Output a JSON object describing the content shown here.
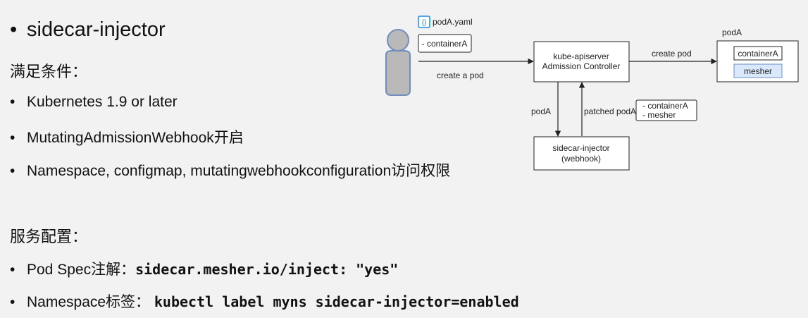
{
  "slide": {
    "title": "sidecar-injector",
    "conditions_heading": "满足条件：",
    "conditions": [
      "Kubernetes 1.9 or later",
      "MutatingAdmissionWebhook开启",
      "Namespace, configmap, mutatingwebhookconfiguration访问权限"
    ],
    "service_heading": "服务配置：",
    "service_items": [
      {
        "label": "Pod Spec注解：",
        "code": "sidecar.mesher.io/inject: \"yes\""
      },
      {
        "label": "Namespace标签： ",
        "code": "kubectl label myns sidecar-injector=enabled"
      }
    ],
    "bullet": "•"
  },
  "diagram": {
    "yaml_icon_label": "{}",
    "yaml_file": "podA.yaml",
    "yaml_container": "- containerA",
    "create_a_pod": "create a pod",
    "apiserver_line1": "kube-apiserver",
    "apiserver_line2": "Admission Controller",
    "create_pod": "create pod",
    "pod_title": "podA",
    "pod_container": "containerA",
    "pod_mesher": "mesher",
    "arrow_down_label": "podA",
    "arrow_up_label": "patched podA",
    "patch_line1": "- containerA",
    "patch_line2": "- mesher",
    "injector_line1": "sidecar-injector",
    "injector_line2": "(webhook)",
    "colors": {
      "person_fill": "#b9b9b9",
      "person_stroke": "#6f8dbd",
      "mesher_fill": "#dae8fc",
      "mesher_stroke": "#6c8ebf",
      "icon_blue": "#1e88e5"
    }
  }
}
